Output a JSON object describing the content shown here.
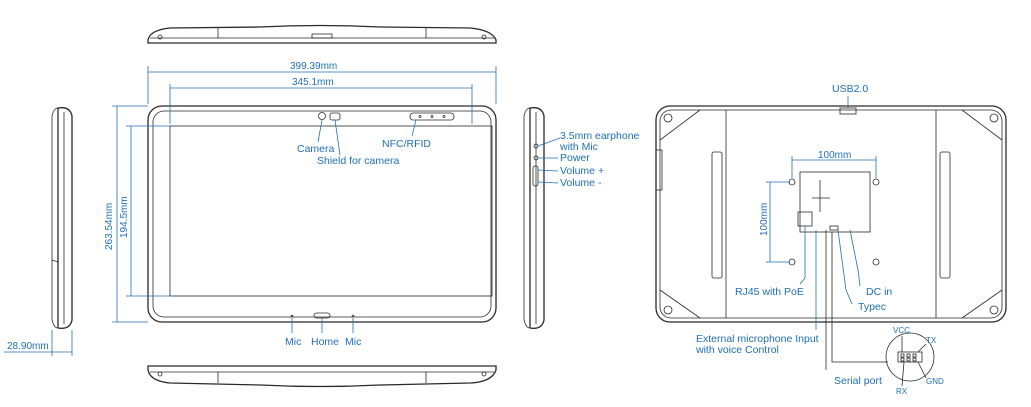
{
  "dimensions": {
    "outer_width": "399.39mm",
    "screen_width": "345.1mm",
    "outer_height": "263.54mm",
    "screen_height": "194.5mm",
    "thickness": "28.90mm",
    "vesa_h": "100mm",
    "vesa_v": "100mm"
  },
  "front_labels": {
    "camera": "Camera",
    "shield": "Shield for camera",
    "nfc": "NFC/RFID",
    "mic_left": "Mic",
    "home": "Home",
    "mic_right": "Mic"
  },
  "side_labels": {
    "earphone_line1": "3.5mm earphone",
    "earphone_line2": "with Mic",
    "power": "Power",
    "vol_up": "Volume +",
    "vol_down": "Volume -"
  },
  "back_labels": {
    "usb": "USB2.0",
    "rj45": "RJ45 with PoE",
    "dc": "DC in",
    "typec": "Typec",
    "ext_mic_line1": "External microphone Input",
    "ext_mic_line2": "with voice Control",
    "serial": "Serial port",
    "vcc": "VCC",
    "tx": "TX",
    "gnd": "GND",
    "rx": "RX"
  },
  "colors": {
    "annotation_blue": "#1f6fb5",
    "outline": "#2a2a2a"
  }
}
